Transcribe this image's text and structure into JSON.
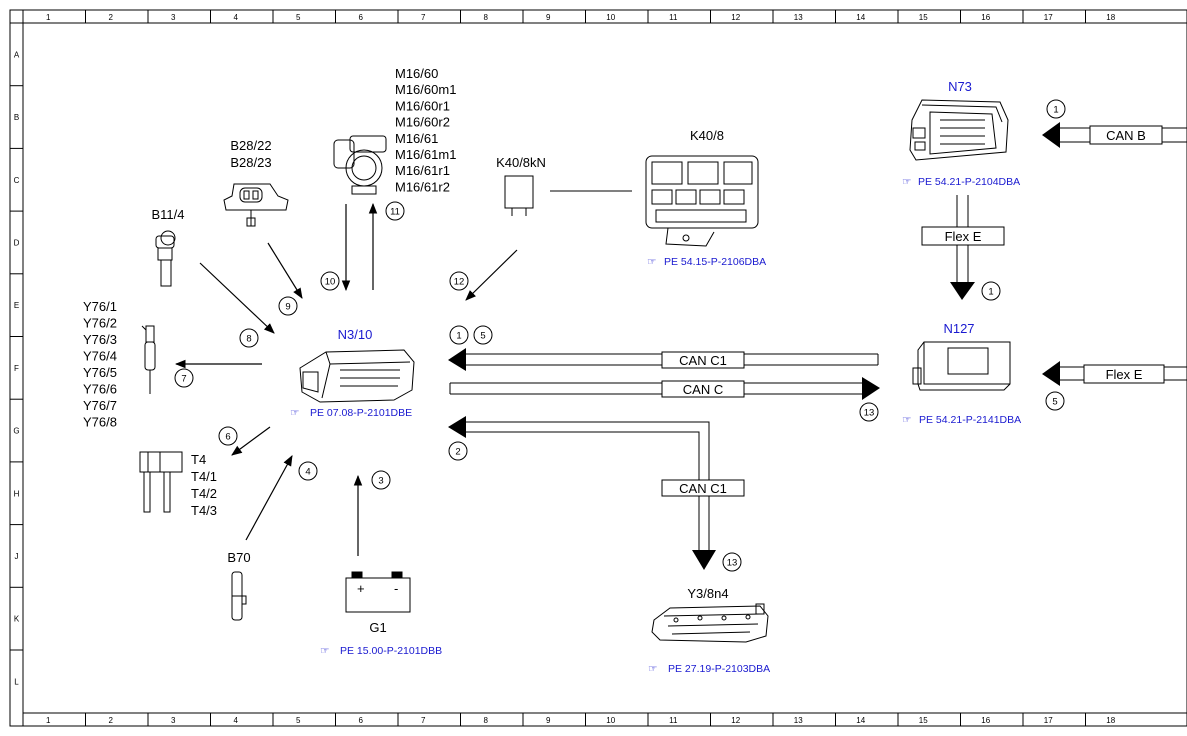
{
  "frame": {
    "columns": [
      "1",
      "2",
      "3",
      "4",
      "5",
      "6",
      "7",
      "8",
      "9",
      "10",
      "11",
      "12",
      "13",
      "14",
      "15",
      "16",
      "17",
      "18"
    ],
    "rows": [
      "A",
      "B",
      "C",
      "D",
      "E",
      "F",
      "G",
      "H",
      "J",
      "K",
      "L"
    ]
  },
  "components": {
    "n3_10": {
      "label": "N3/10",
      "ref": "PE 07.08-P-2101DBE"
    },
    "n73": {
      "label": "N73",
      "ref": "PE 54.21-P-2104DBA"
    },
    "n127": {
      "label": "N127",
      "ref": "PE 54.21-P-2141DBA"
    },
    "k40_8": {
      "label": "K40/8",
      "ref": "PE 54.15-P-2106DBA"
    },
    "k40_8kn": {
      "label": "K40/8kN"
    },
    "y3_8n4": {
      "label": "Y3/8n4",
      "ref": "PE 27.19-P-2103DBA"
    },
    "g1": {
      "label": "G1",
      "ref": "PE 15.00-P-2101DBB",
      "plus": "+",
      "minus": "-"
    },
    "b70": {
      "label": "B70"
    },
    "b11_4": {
      "label": "B11/4"
    },
    "b28": {
      "labels": [
        "B28/22",
        "B28/23"
      ]
    },
    "m16": {
      "labels": [
        "M16/60",
        "M16/60m1",
        "M16/60r1",
        "M16/60r2",
        "M16/61",
        "M16/61m1",
        "M16/61r1",
        "M16/61r2"
      ]
    },
    "y76": {
      "labels": [
        "Y76/1",
        "Y76/2",
        "Y76/3",
        "Y76/4",
        "Y76/5",
        "Y76/6",
        "Y76/7",
        "Y76/8"
      ]
    },
    "t4": {
      "labels": [
        "T4",
        "T4/1",
        "T4/2",
        "T4/3"
      ]
    }
  },
  "buses": {
    "can_b": "CAN B",
    "flex_e_n73": "Flex E",
    "flex_e_n127": "Flex E",
    "can_c1_top": "CAN C1",
    "can_c": "CAN C",
    "can_c1_bottom": "CAN C1"
  },
  "markers": {
    "n73_in": "1",
    "flex_down": "1",
    "n127_in": "5",
    "n3_in_a": "1",
    "n3_in_b": "5",
    "to_n3_lower": "2",
    "to_n127": "13",
    "to_y3": "13",
    "k40_signal": "12",
    "m16_in": "10",
    "m16_out": "11",
    "b28_signal": "9",
    "b11_signal": "8",
    "y76_signal": "7",
    "t4_signal": "6",
    "b70_signal": "4",
    "g1_supply": "3"
  },
  "colors": {
    "line": "#000000",
    "label_blue": "#1a1ad0"
  }
}
